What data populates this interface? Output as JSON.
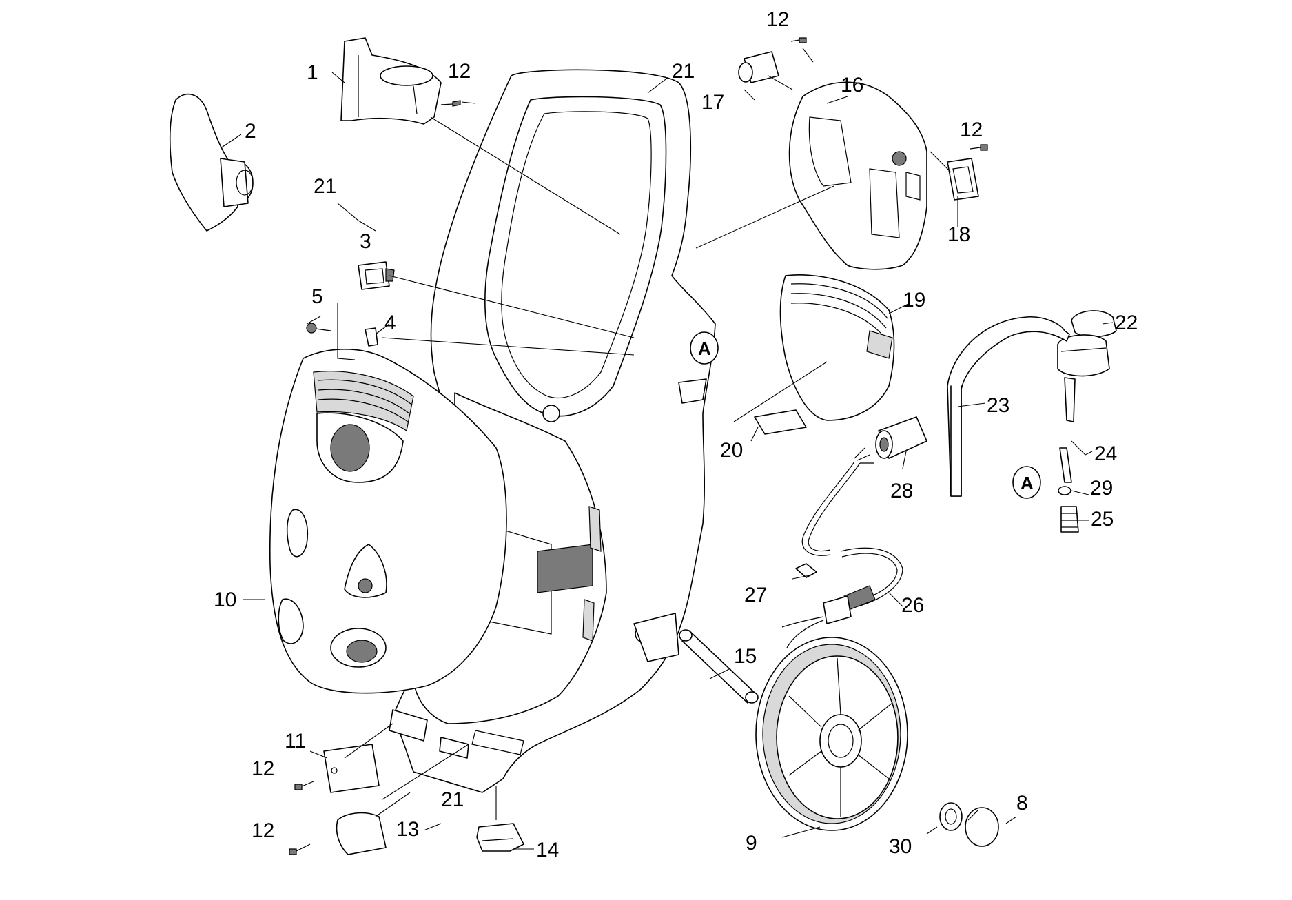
{
  "callouts": [
    {
      "id": "c1",
      "text": "1"
    },
    {
      "id": "c2",
      "text": "2"
    },
    {
      "id": "c3",
      "text": "3"
    },
    {
      "id": "c4",
      "text": "4"
    },
    {
      "id": "c5",
      "text": "5"
    },
    {
      "id": "c8",
      "text": "8"
    },
    {
      "id": "c9",
      "text": "9"
    },
    {
      "id": "c10",
      "text": "10"
    },
    {
      "id": "c11",
      "text": "11"
    },
    {
      "id": "c12a",
      "text": "12"
    },
    {
      "id": "c12b",
      "text": "12"
    },
    {
      "id": "c12c",
      "text": "12"
    },
    {
      "id": "c12d",
      "text": "12"
    },
    {
      "id": "c12e",
      "text": "12"
    },
    {
      "id": "c13",
      "text": "13"
    },
    {
      "id": "c14",
      "text": "14"
    },
    {
      "id": "c15",
      "text": "15"
    },
    {
      "id": "c16",
      "text": "16"
    },
    {
      "id": "c17",
      "text": "17"
    },
    {
      "id": "c18",
      "text": "18"
    },
    {
      "id": "c19",
      "text": "19"
    },
    {
      "id": "c20",
      "text": "20"
    },
    {
      "id": "c21a",
      "text": "21"
    },
    {
      "id": "c21b",
      "text": "21"
    },
    {
      "id": "c21c",
      "text": "21"
    },
    {
      "id": "c22",
      "text": "22"
    },
    {
      "id": "c23",
      "text": "23"
    },
    {
      "id": "c24",
      "text": "24"
    },
    {
      "id": "c25",
      "text": "25"
    },
    {
      "id": "c26",
      "text": "26"
    },
    {
      "id": "c27",
      "text": "27"
    },
    {
      "id": "c28",
      "text": "28"
    },
    {
      "id": "c29",
      "text": "29"
    },
    {
      "id": "c30",
      "text": "30"
    }
  ],
  "reference_marks": [
    {
      "id": "refA1",
      "text": "A"
    },
    {
      "id": "refA2",
      "text": "A"
    }
  ]
}
